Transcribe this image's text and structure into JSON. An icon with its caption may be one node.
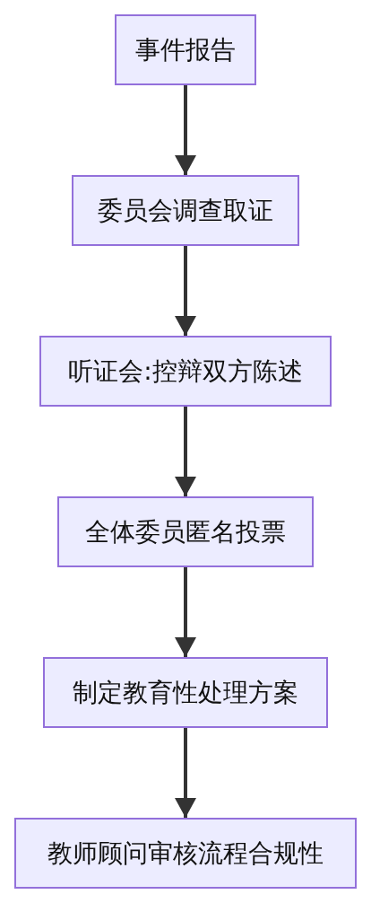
{
  "diagram": {
    "nodes": [
      {
        "text": [
          "事件报告"
        ]
      },
      {
        "text": [
          "委员会调查取证"
        ]
      },
      {
        "text": [
          "听证会:控辩双方陈述"
        ]
      },
      {
        "text": [
          "全体委员匿名投票"
        ]
      },
      {
        "text": [
          "制定教育性处理方案"
        ]
      },
      {
        "text": [
          "教师顾问审核流程合规性"
        ]
      }
    ],
    "edges": [
      {
        "from": 0,
        "to": 1,
        "arrow": "to"
      },
      {
        "from": 1,
        "to": 2,
        "arrow": "to"
      },
      {
        "from": 2,
        "to": 3,
        "arrow": "to"
      },
      {
        "from": 3,
        "to": 4,
        "arrow": "to"
      },
      {
        "from": 4,
        "to": 5,
        "arrow": "to"
      }
    ]
  }
}
